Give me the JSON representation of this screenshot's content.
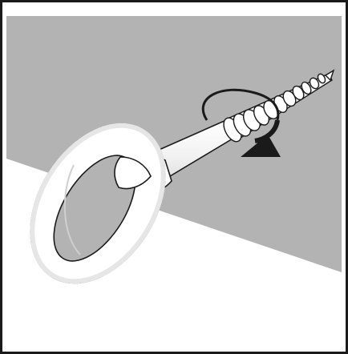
{
  "figure": {
    "subject": "eye-screw",
    "surface": "ceiling-or-wall",
    "action": "screw-clockwise",
    "colors": {
      "background": "#ffffff",
      "surface": "#b3b3b3",
      "border": "#1a1a1a",
      "metal": "#ffffff",
      "arrow": "#1a1a1a"
    }
  }
}
